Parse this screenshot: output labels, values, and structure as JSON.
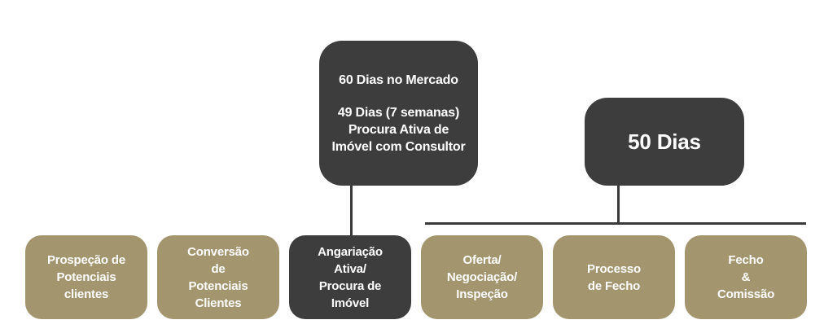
{
  "colors": {
    "dark_box": "#3d3d3d",
    "tan_box": "#a3956e",
    "box_text": "#ffffff",
    "background": "#ffffff",
    "connector": "#3a3a3a"
  },
  "top_boxes": {
    "market": {
      "title": "60 Dias no Mercado",
      "detail_lines": [
        "49 Dias (7 semanas)",
        "Procura Ativa de",
        "Imóvel com Consultor"
      ]
    },
    "closing": {
      "label": "50 Dias"
    }
  },
  "flow_steps": [
    {
      "id": "prospecao",
      "lines": [
        "Prospeção de",
        "Potenciais",
        "clientes"
      ]
    },
    {
      "id": "conversao",
      "lines": [
        "Conversão",
        "de",
        "Potenciais",
        "Clientes"
      ]
    },
    {
      "id": "angariacao",
      "lines": [
        "Angariação",
        "Ativa/",
        "Procura de",
        "Imóvel"
      ]
    },
    {
      "id": "oferta",
      "lines": [
        "Oferta/",
        "Negociação/",
        "Inspeção"
      ]
    },
    {
      "id": "processo-fecho",
      "lines": [
        "Processo",
        "de Fecho"
      ]
    },
    {
      "id": "fecho-comissao",
      "lines": [
        "Fecho",
        "&",
        "Comissão"
      ]
    }
  ]
}
